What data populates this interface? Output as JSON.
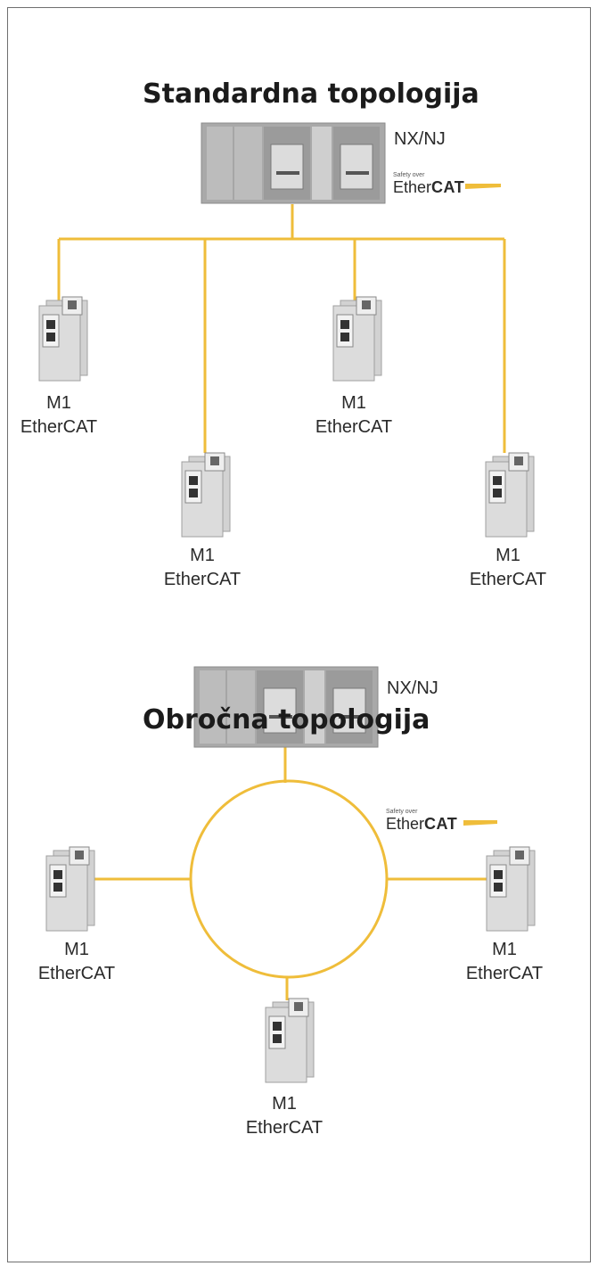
{
  "colors": {
    "line": "#efbd3a",
    "module": "#c9c9c9",
    "module_dark": "#8c8c8c",
    "text": "#2a2a2a"
  },
  "diagrams": [
    {
      "title": "Standardna topologija",
      "controller": {
        "label": "NX/NJ",
        "brand_small": "Safety over",
        "brand_a": "Ether",
        "brand_b": "CAT"
      },
      "nodes": [
        {
          "line1": "M1",
          "line2": "EtherCAT"
        },
        {
          "line1": "M1",
          "line2": "EtherCAT"
        },
        {
          "line1": "M1",
          "line2": "EtherCAT"
        },
        {
          "line1": "M1",
          "line2": "EtherCAT"
        }
      ]
    },
    {
      "title": "Obročna topologija",
      "controller": {
        "label": "NX/NJ",
        "brand_small": "Safety over",
        "brand_a": "Ether",
        "brand_b": "CAT"
      },
      "nodes": [
        {
          "line1": "M1",
          "line2": "EtherCAT"
        },
        {
          "line1": "M1",
          "line2": "EtherCAT"
        },
        {
          "line1": "M1",
          "line2": "EtherCAT"
        }
      ]
    }
  ]
}
